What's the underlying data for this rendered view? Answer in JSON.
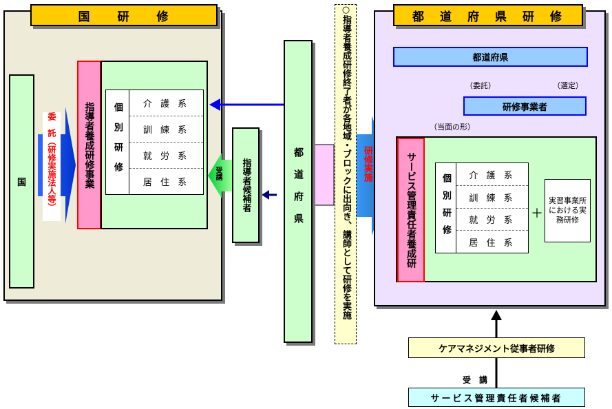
{
  "left_panel": {
    "title": "国　　研　　修",
    "kuni": "国",
    "itaku": "委　託（研修実施法人等）",
    "shidosha_jigyo": "指導者養成研修事業",
    "kobetsu": "個別研修",
    "kei_items": [
      "介 護 系",
      "訓 練 系",
      "就 労 系",
      "居 住 系"
    ],
    "jukou": "受講",
    "shidosha_kouho": "指導者候補者"
  },
  "center": {
    "todofuken": "都道府県",
    "note": "○指導者養成研修終了者が各地域・ブロックに出向き、講師として研修を実施",
    "kenshu_jisshi": "研修実施"
  },
  "right_panel": {
    "title": "都　道　府　県　研　修",
    "todofuken_box": "都道府県",
    "itaku_label": "（委託）",
    "sentei_label": "（選定）",
    "kenshu_jigyosha": "研修事業者",
    "tomen_label": "（当面の形）",
    "service_kanri": "サービス管理責任者養成研",
    "kobetsu": "個別研修",
    "kei_items": [
      "介 護 系",
      "訓 練 系",
      "就 労 系",
      "居 住 系"
    ],
    "plus": "＋",
    "jisshu": "実習事業所における実務研修"
  },
  "bottom": {
    "care_manager": "ケアマネジメント従事者研修",
    "jukou": "受　講",
    "service_kouho": "サービス管理責任者候補者"
  },
  "colors": {
    "panel_left_bg": "#eeecd8",
    "panel_right_bg": "#eee0ff",
    "title_yellow": "#ffcc00",
    "green_box": "#ccffcc",
    "pink_box": "#ff99cc",
    "blue_box": "#99ccff",
    "arrow_blue": "#0000ff",
    "arrow_dark": "#000080"
  }
}
